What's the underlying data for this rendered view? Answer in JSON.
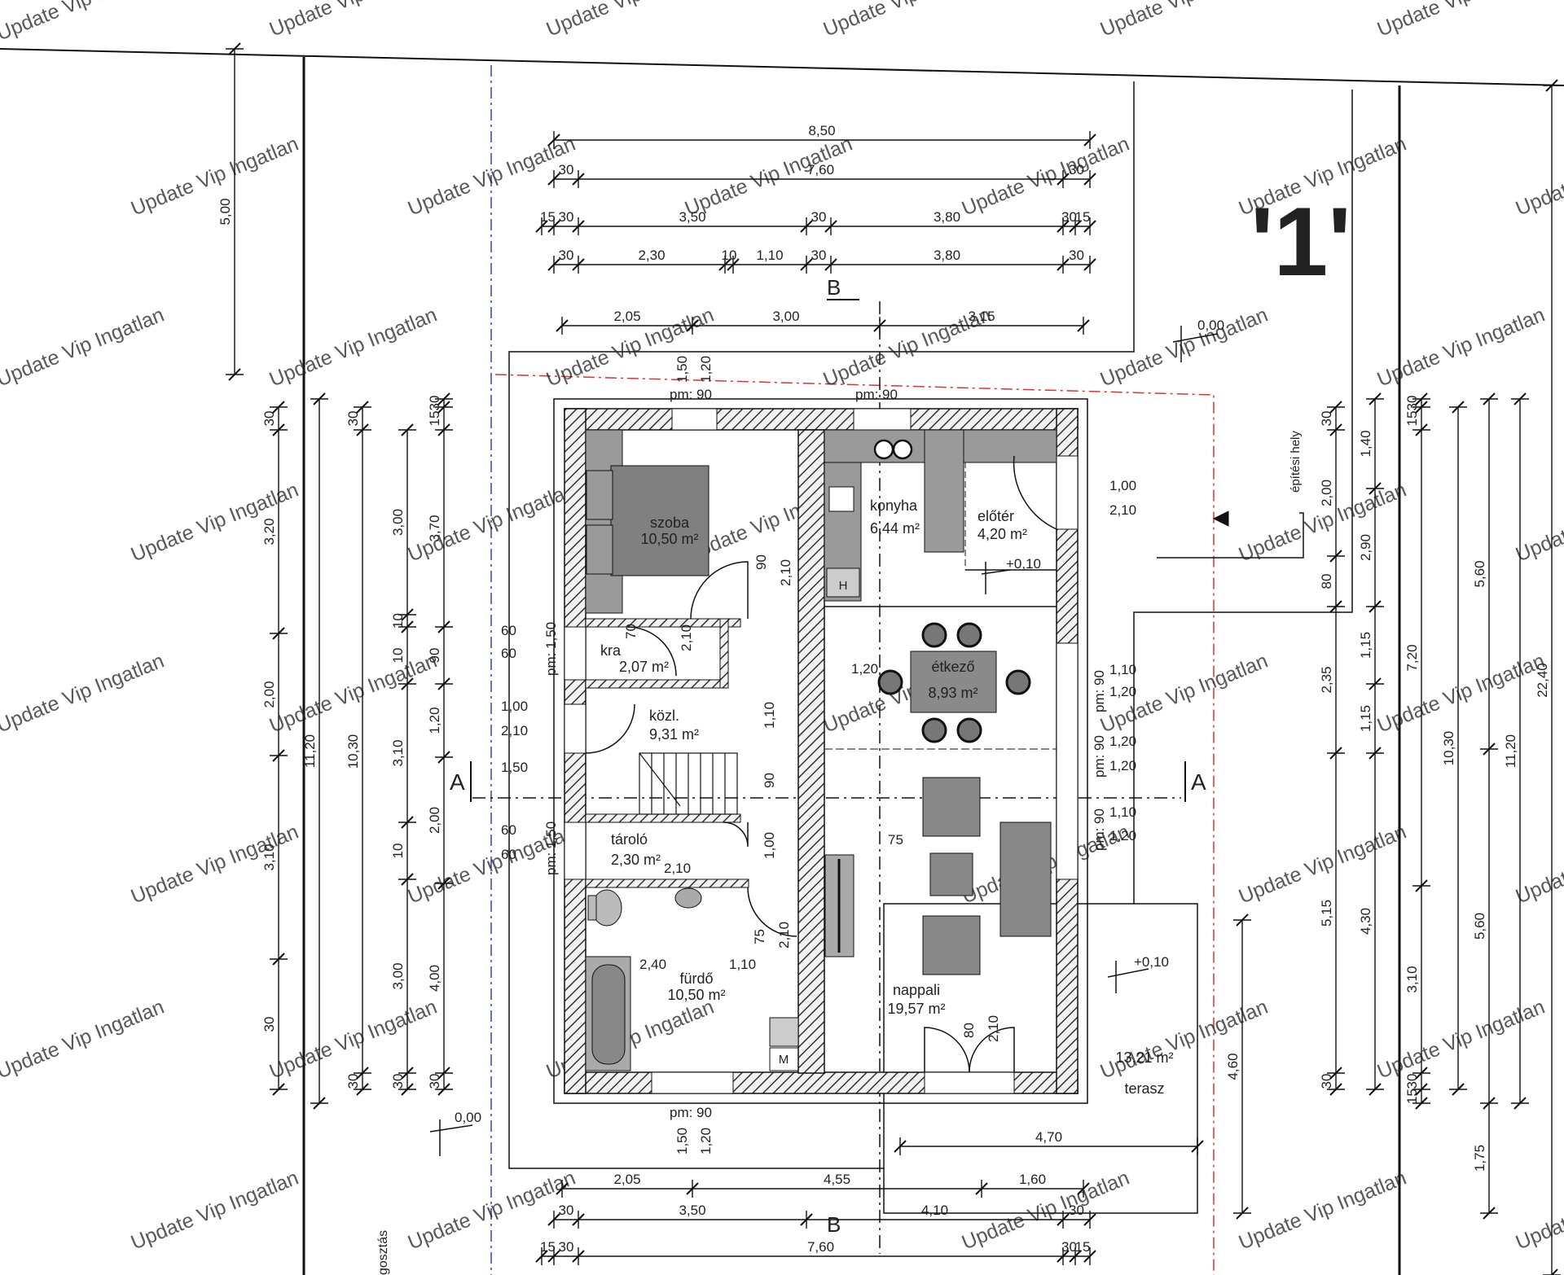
{
  "watermark": "Update Vip Ingatlan",
  "plot_label": "'1'",
  "section_labels": {
    "b": "B",
    "a": "A"
  },
  "levels": {
    "zero": "0,00",
    "plus": "+0,10"
  },
  "building_area_label": "építési hely",
  "cut_label": "gosztás",
  "rooms": {
    "szoba": {
      "name": "szoba",
      "area": "10,50 m²"
    },
    "konyha": {
      "name": "konyha",
      "area": "6,44 m²"
    },
    "eloter": {
      "name": "előtér",
      "area": "4,20 m²"
    },
    "kra": {
      "name": "kra",
      "area": "2,07 m²"
    },
    "kozl": {
      "name": "közl.",
      "area": "9,31 m²"
    },
    "etkezo": {
      "name": "étkező",
      "area": "8,93 m²"
    },
    "tarolo": {
      "name": "tároló",
      "area": "2,30 m²"
    },
    "furdo": {
      "name": "fürdő",
      "area": "10,50 m²"
    },
    "nappali": {
      "name": "nappali",
      "area": "19,57 m²"
    },
    "terasz": {
      "name": "terasz",
      "area": "13,21 m²"
    }
  },
  "fixtures": {
    "h": "H",
    "m": "M"
  },
  "openings": {
    "pm90": "pm: 90",
    "pm150": "pm: 1,50",
    "w150": "1,50",
    "w120": "1,20"
  },
  "dims_top": {
    "r1": [
      "8,50"
    ],
    "r2": [
      "30",
      "7,60",
      "30"
    ],
    "r3": [
      "15",
      "30",
      "3,50",
      "30",
      "3,80",
      "30",
      "15"
    ],
    "r4": [
      "30",
      "2,30",
      "10",
      "1,10",
      "30",
      "3,80",
      "30"
    ],
    "r5": [
      "2,05",
      "3,00",
      "3,15"
    ]
  },
  "dims_bottom": {
    "r1": [
      "2,05",
      "4,55",
      "1,60"
    ],
    "r2": [
      "30",
      "3,50",
      "4,10",
      "30"
    ],
    "r3": [
      "15",
      "30",
      "7,60",
      "30",
      "15"
    ],
    "terrace": "4,70"
  },
  "dims_left": {
    "c1": [
      "5,00"
    ],
    "c2": [
      "30",
      "3,20",
      "2,00",
      "3,10",
      "30"
    ],
    "c3": [
      "11,20"
    ],
    "c4": [
      "30",
      "10,30",
      "30"
    ],
    "c5": [
      "3,00",
      "10",
      "10",
      "3,10",
      "10",
      "3,00",
      "30"
    ],
    "c6": [
      "30",
      "15",
      "3,70",
      "90",
      "1,20",
      "2,00",
      "4,00",
      "30"
    ]
  },
  "dims_right": {
    "c1": [
      "30",
      "2,00",
      "80",
      "2,35",
      "5,15",
      "30"
    ],
    "c2": [
      "1,40",
      "2,90",
      "1,15",
      "1,15",
      "4,30"
    ],
    "c3": [
      "30",
      "15",
      "7,20",
      "3,10",
      "30",
      "15"
    ],
    "c4": [
      "10,30"
    ],
    "c5": [
      "5,60",
      "5,60",
      "1,75"
    ],
    "c6": [
      "11,20"
    ],
    "c7": [
      "22,40"
    ],
    "terrace": "4,60"
  },
  "inner_dims": {
    "d60": "60",
    "d100": "1,00",
    "d210": "2,10",
    "d150": "1,50",
    "d90": "90",
    "d110": "1,10",
    "d120": "1,20",
    "d75": "75",
    "d10": "10",
    "d240": "2,40",
    "d80": "80",
    "d70": "70"
  }
}
